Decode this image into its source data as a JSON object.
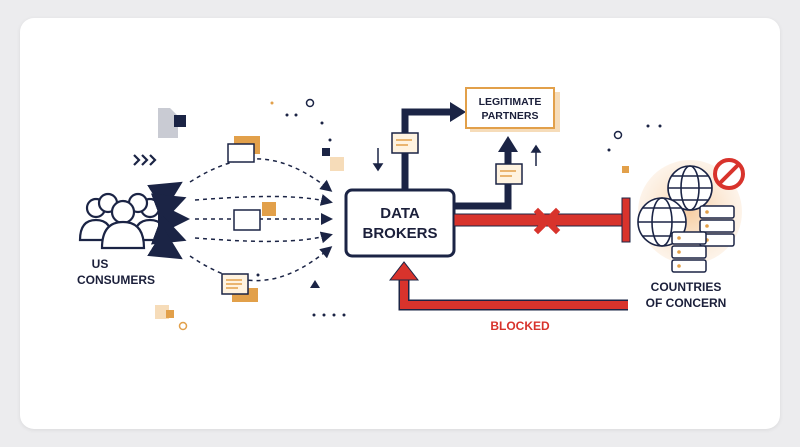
{
  "labels": {
    "consumers_line1": "US",
    "consumers_line2": "CONSUMERS",
    "brokers_line1": "DATA",
    "brokers_line2": "BROKERS",
    "partners_line1": "LEGITIMATE",
    "partners_line2": "PARTNERS",
    "countries_line1": "COUNTRIES",
    "countries_line2": "OF CONCERN",
    "blocked": "BLOCKED"
  },
  "colors": {
    "navy": "#1b2445",
    "red": "#d8332c",
    "orange": "#e2a04a",
    "light_orange": "#f6dcb9",
    "gray": "#c9cbd3"
  },
  "icons": [
    "people-icon",
    "document-icon",
    "folder-icon",
    "globe-icon",
    "server-icon",
    "prohibited-icon",
    "x-mark-icon",
    "chevron-triple-icon"
  ]
}
